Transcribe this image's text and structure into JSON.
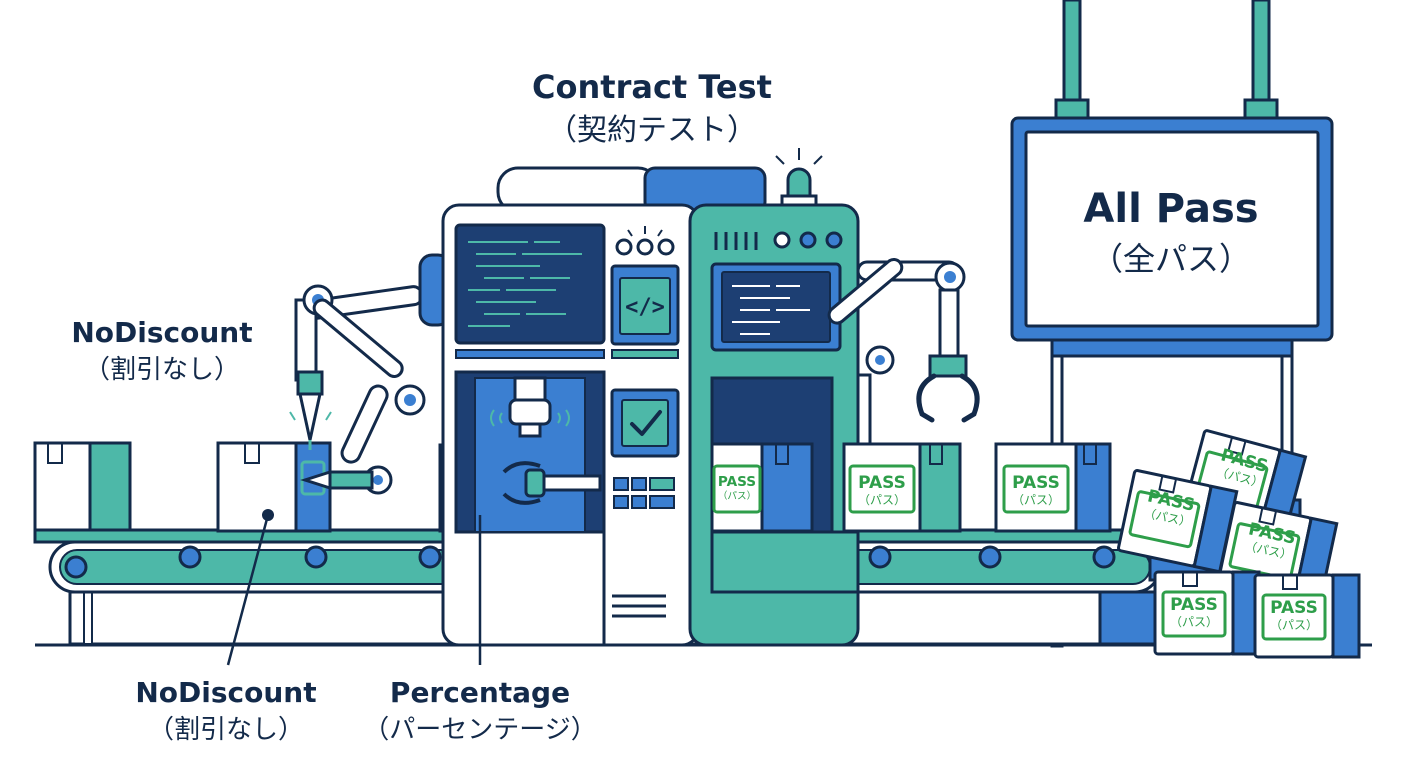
{
  "labels": {
    "contract_test": {
      "title": "Contract Test",
      "subtitle": "（契約テスト）"
    },
    "all_pass": {
      "title": "All Pass",
      "subtitle": "（全パス）"
    },
    "nodiscount_top": {
      "title": "NoDiscount",
      "subtitle": "（割引なし）"
    },
    "nodiscount_bottom": {
      "title": "NoDiscount",
      "subtitle": "（割引なし）"
    },
    "percentage": {
      "title": "Percentage",
      "subtitle": "（パーセンテージ）"
    }
  },
  "stamp": {
    "title": "PASS",
    "subtitle": "（パス）"
  },
  "screen_code_glyph": "</>",
  "colors": {
    "navy": "#132a4a",
    "blue": "#3b7fd1",
    "teal": "#4db8a8",
    "green": "#2e9e4a",
    "dark_screen": "#1d3f73"
  },
  "icons": [
    "code-brackets-icon",
    "checkmark-icon",
    "signal-light-icon",
    "gripper-claw-icon"
  ]
}
